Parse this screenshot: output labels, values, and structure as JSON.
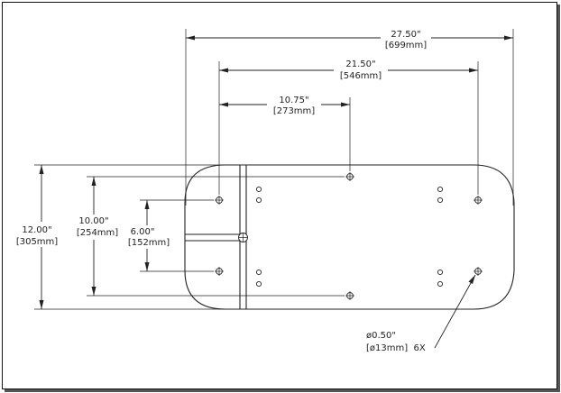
{
  "dimensions": {
    "width_overall": {
      "imperial": "27.50\"",
      "metric": "[699mm]"
    },
    "width_outer_holes": {
      "imperial": "21.50\"",
      "metric": "[546mm]"
    },
    "width_inner_holes": {
      "imperial": "10.75\"",
      "metric": "[273mm]"
    },
    "height_overall": {
      "imperial": "12.00\"",
      "metric": "[305mm]"
    },
    "height_outer_holes": {
      "imperial": "10.00\"",
      "metric": "[254mm]"
    },
    "height_inner_holes": {
      "imperial": "6.00\"",
      "metric": "[152mm]"
    }
  },
  "hole_callout": {
    "diameter": "ø0.50\"",
    "spec": "[ø13mm]  6X"
  }
}
